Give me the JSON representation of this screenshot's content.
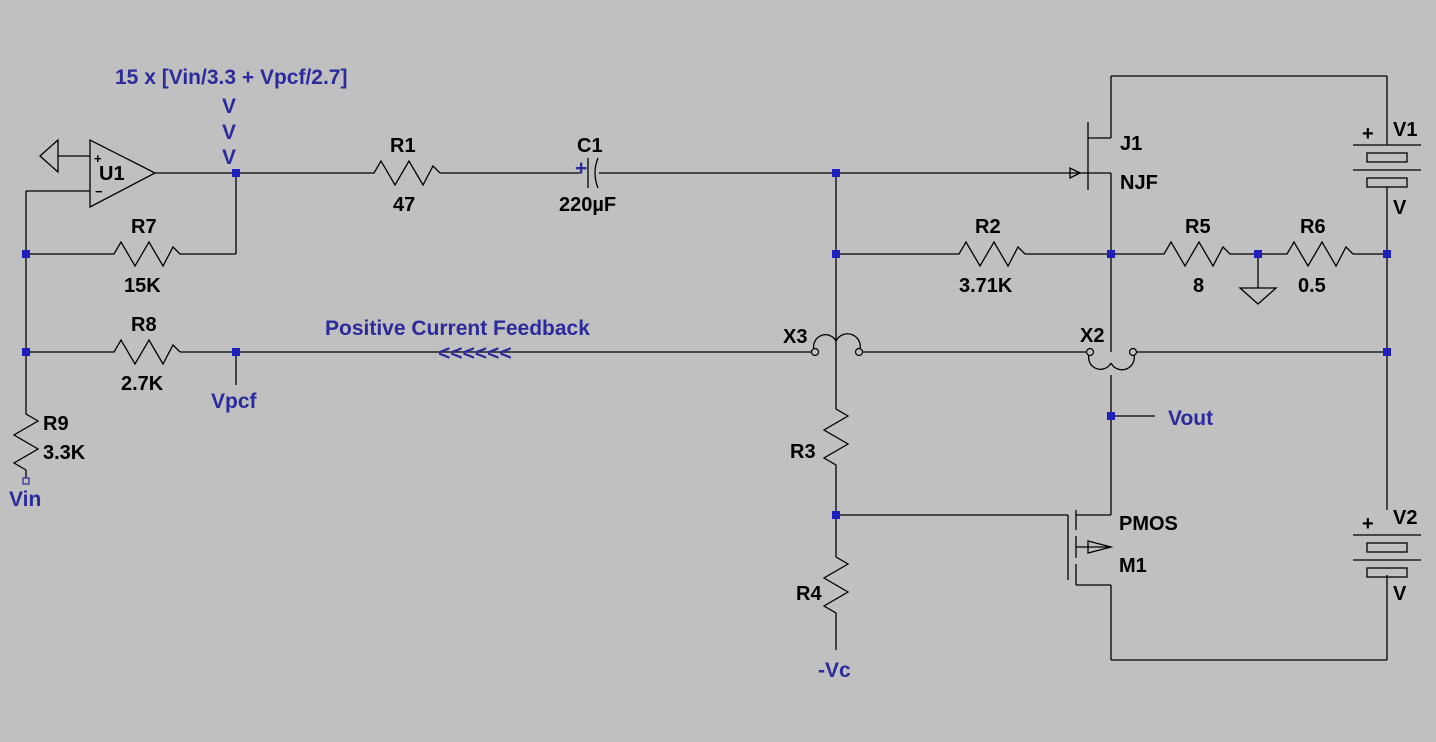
{
  "annotations": {
    "formula": "15 x [Vin/3.3 + Vpcf/2.7]",
    "arrows_down": "V",
    "feedback_title": "Positive Current Feedback",
    "feedback_arrows": "<<<<<<"
  },
  "nets": {
    "vin": "Vin",
    "vpcf": "Vpcf",
    "vout": "Vout",
    "neg_vc": "-Vc"
  },
  "components": {
    "U1": {
      "ref": "U1"
    },
    "R1": {
      "ref": "R1",
      "value": "47"
    },
    "C1": {
      "ref": "C1",
      "value": "220µF"
    },
    "R2": {
      "ref": "R2",
      "value": "3.71K"
    },
    "R3": {
      "ref": "R3"
    },
    "R4": {
      "ref": "R4"
    },
    "R5": {
      "ref": "R5",
      "value": "8"
    },
    "R6": {
      "ref": "R6",
      "value": "0.5"
    },
    "R7": {
      "ref": "R7",
      "value": "15K"
    },
    "R8": {
      "ref": "R8",
      "value": "2.7K"
    },
    "R9": {
      "ref": "R9",
      "value": "3.3K"
    },
    "J1": {
      "ref": "J1",
      "model": "NJF"
    },
    "M1": {
      "ref": "M1",
      "model": "PMOS"
    },
    "V1": {
      "ref": "V1",
      "value": "V"
    },
    "V2": {
      "ref": "V2",
      "value": "V"
    },
    "X2": {
      "ref": "X2"
    },
    "X3": {
      "ref": "X3"
    }
  },
  "symbols": {
    "plus": "+",
    "minus": "−"
  }
}
